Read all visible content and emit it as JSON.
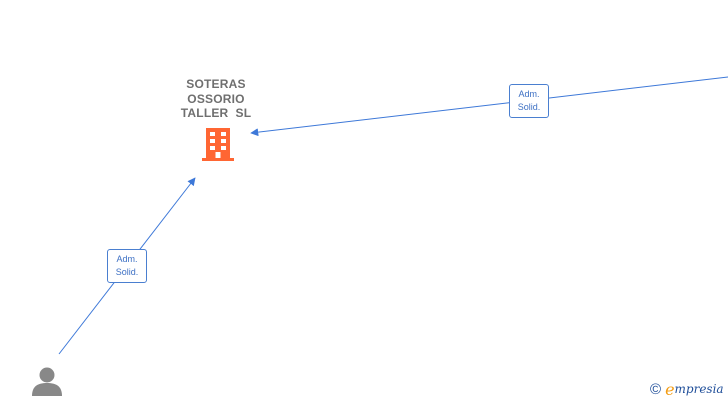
{
  "company": {
    "name_lines": [
      "SOTERAS",
      "OSSORIO",
      "TALLER  SL"
    ],
    "icon": "building-icon",
    "icon_color": "#ff6633"
  },
  "relations": [
    {
      "id": "rel-top-right",
      "label_lines": [
        "Adm.",
        "Solid."
      ]
    },
    {
      "id": "rel-bottom-left",
      "label_lines": [
        "Adm.",
        "Solid."
      ]
    }
  ],
  "person": {
    "icon": "person-icon",
    "color": "#888888"
  },
  "edge_color": "#3d78d8",
  "branding": {
    "copyright_symbol": "©",
    "logo_first_letter": "e",
    "logo_rest": "mpresia"
  }
}
